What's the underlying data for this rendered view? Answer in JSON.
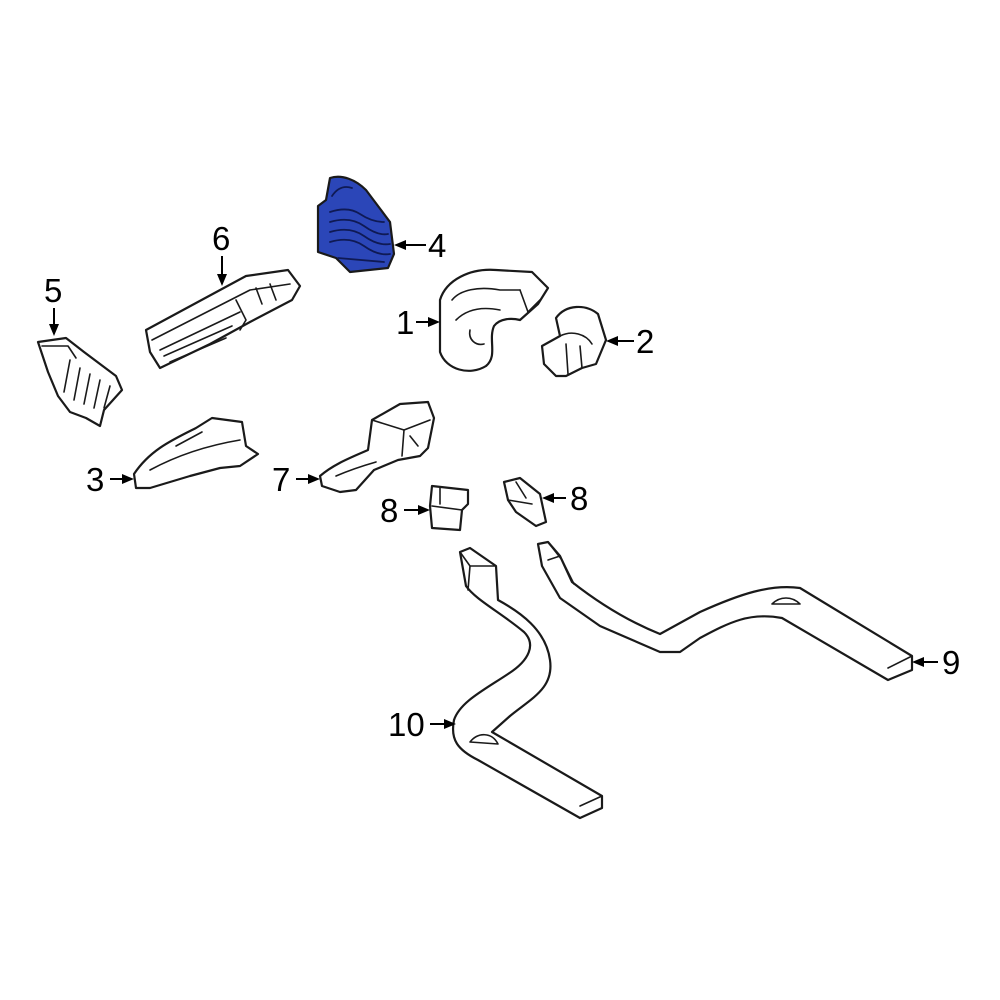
{
  "diagram": {
    "highlight_color": "#2b46b8",
    "callouts": [
      {
        "id": "c1",
        "label": "1"
      },
      {
        "id": "c2",
        "label": "2"
      },
      {
        "id": "c3",
        "label": "3"
      },
      {
        "id": "c4",
        "label": "4"
      },
      {
        "id": "c5",
        "label": "5"
      },
      {
        "id": "c6",
        "label": "6"
      },
      {
        "id": "c7",
        "label": "7"
      },
      {
        "id": "c8a",
        "label": "8"
      },
      {
        "id": "c8b",
        "label": "8"
      },
      {
        "id": "c9",
        "label": "9"
      },
      {
        "id": "c10",
        "label": "10"
      }
    ]
  }
}
